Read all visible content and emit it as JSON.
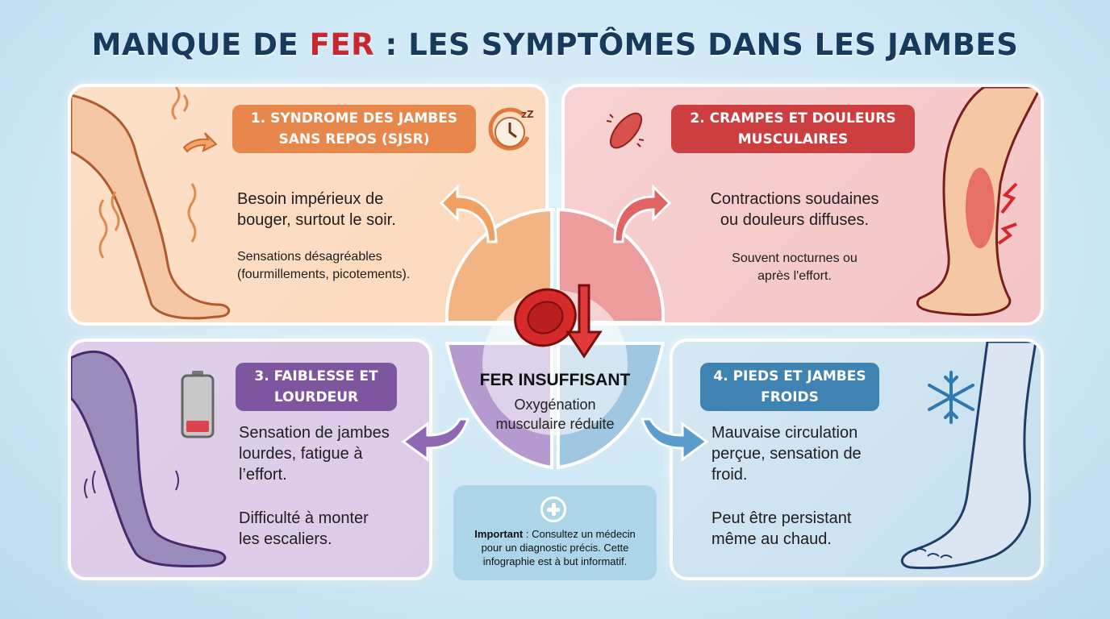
{
  "header": {
    "title_pre": "MANQUE DE ",
    "title_highlight": "FER",
    "title_post": " : LES SYMPTÔMES DANS LES JAMBES"
  },
  "center": {
    "title": "FER INSUFFISANT",
    "subtitle_line1": "Oxygénation",
    "subtitle_line2": "musculaire réduite",
    "icon": "red-blood-cell-down-arrow-icon"
  },
  "cards": [
    {
      "number": 1,
      "badge_line1": "1. SYNDROME DES JAMBES",
      "badge_line2": "SANS REPOS (SJSR)",
      "main_line1": "Besoin impérieux de",
      "main_line2": "bouger, surtout le soir.",
      "detail_line1": "Sensations désagréables",
      "detail_line2": "(fourmillements, picotements).",
      "icon": "clock-sleep-icon",
      "color": "#e7874c",
      "bg": "#fbe0c8"
    },
    {
      "number": 2,
      "badge_line1": "2. CRAMPES ET DOULEURS",
      "badge_line2": "MUSCULAIRES",
      "main_line1": "Contractions soudaines",
      "main_line2": "ou douleurs diffuses.",
      "detail_line1": "Souvent nocturnes ou",
      "detail_line2": "après l'effort.",
      "icon": "muscle-cramp-icon",
      "color": "#cc3e3f",
      "bg": "#f8d2d2"
    },
    {
      "number": 3,
      "badge_line1": "3. FAIBLESSE ET",
      "badge_line2": "LOURDEUR",
      "main_line1": "Sensation de jambes",
      "main_line2": "lourdes, fatigue à",
      "main_line3": "l’effort.",
      "detail_line1": "Difficulté à monter",
      "detail_line2": "les escaliers.",
      "icon": "low-battery-icon",
      "color": "#7e56a0",
      "bg": "#ded0ea"
    },
    {
      "number": 4,
      "badge_line1": "4. PIEDS ET JAMBES",
      "badge_line2": "FROIDS",
      "main_line1": "Mauvaise circulation",
      "main_line2": "perçue, sensation de",
      "main_line3": "froid.",
      "detail_line1": "Peut être persistant",
      "detail_line2": "même au chaud.",
      "icon": "snowflake-icon",
      "color": "#3f83b2",
      "bg": "#d6e8f3"
    }
  ],
  "note": {
    "bold": "Important",
    "text_line1": " : Consultez un médecin",
    "text_line2": "pour un diagnostic précis. Cette",
    "text_line3": "infographie est à but informatif.",
    "icon": "medical-plus-icon"
  }
}
